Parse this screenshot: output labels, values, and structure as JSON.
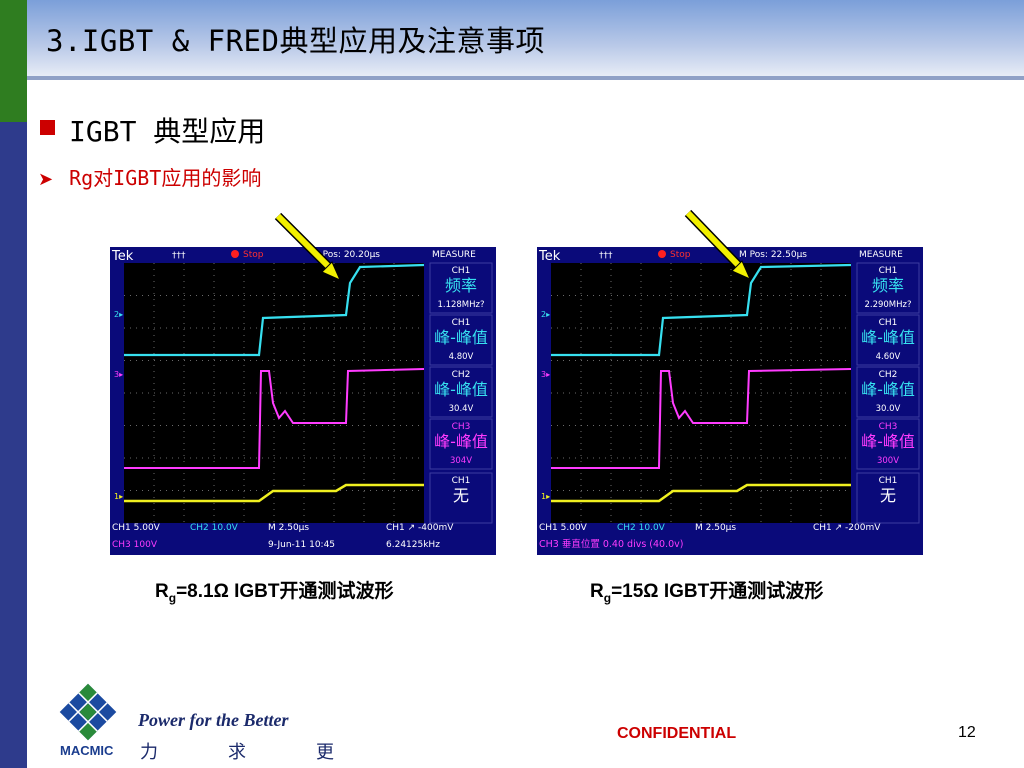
{
  "slide": {
    "title": "3.IGBT & FRED典型应用及注意事项",
    "bullet": "IGBT 典型应用",
    "sub_bullet": "Rg对IGBT应用的影响",
    "page_number": "12",
    "confidential": "CONFIDENTIAL"
  },
  "scopes": [
    {
      "header": {
        "brand": "Tek",
        "trig": "†††",
        "stop": "Stop",
        "mpos": "M Pos: 20.20µs",
        "measure": "MEASURE"
      },
      "measurements": [
        {
          "ch": "CH1",
          "kind": "频率",
          "value": "1.128MHz?",
          "color": "cyan"
        },
        {
          "ch": "CH1",
          "kind": "峰-峰值",
          "value": "4.80V",
          "color": "cyan"
        },
        {
          "ch": "CH2",
          "kind": "峰-峰值",
          "value": "30.4V",
          "color": "cyan"
        },
        {
          "ch": "CH3",
          "kind": "峰-峰值",
          "value": "304V",
          "color": "magenta"
        },
        {
          "ch": "CH1",
          "kind": "无",
          "value": "",
          "color": "white"
        }
      ],
      "footer_row1": [
        "CH1  5.00V",
        "CH2  10.0V",
        "M 2.50µs",
        "CH1 ↗ -400mV"
      ],
      "footer_row2": [
        "CH3  100V",
        "",
        "9-Jun-11 10:45",
        "6.24125kHz"
      ]
    },
    {
      "header": {
        "brand": "Tek",
        "trig": "†††",
        "stop": "Stop",
        "mpos": "M Pos: 22.50µs",
        "measure": "MEASURE"
      },
      "measurements": [
        {
          "ch": "CH1",
          "kind": "频率",
          "value": "2.290MHz?",
          "color": "cyan"
        },
        {
          "ch": "CH1",
          "kind": "峰-峰值",
          "value": "4.60V",
          "color": "cyan"
        },
        {
          "ch": "CH2",
          "kind": "峰-峰值",
          "value": "30.0V",
          "color": "cyan"
        },
        {
          "ch": "CH3",
          "kind": "峰-峰值",
          "value": "300V",
          "color": "magenta"
        },
        {
          "ch": "CH1",
          "kind": "无",
          "value": "",
          "color": "white"
        }
      ],
      "footer_row1": [
        "CH1  5.00V",
        "CH2  10.0V",
        "M 2.50µs",
        "CH1 ↗ -200mV"
      ],
      "footer_row2": [
        "CH3  垂直位置  0.40 divs (40.0v)",
        "",
        "",
        ""
      ]
    }
  ],
  "captions": [
    {
      "r": "R",
      "sub": "g",
      "rest": "=8.1Ω IGBT开通测试波形"
    },
    {
      "r": "R",
      "sub": "g",
      "rest": "=15Ω  IGBT开通测试波形"
    }
  ],
  "footer": {
    "tagline": "Power for the Better",
    "tag_cn": [
      "力",
      "求",
      "更"
    ],
    "brand": "MACMIC"
  },
  "colors": {
    "cyan": "#37e0f0",
    "magenta": "#ff3cff",
    "yellow": "#f0f020",
    "scope_bg": "#0a0a7a",
    "accent": "#cc0000"
  }
}
